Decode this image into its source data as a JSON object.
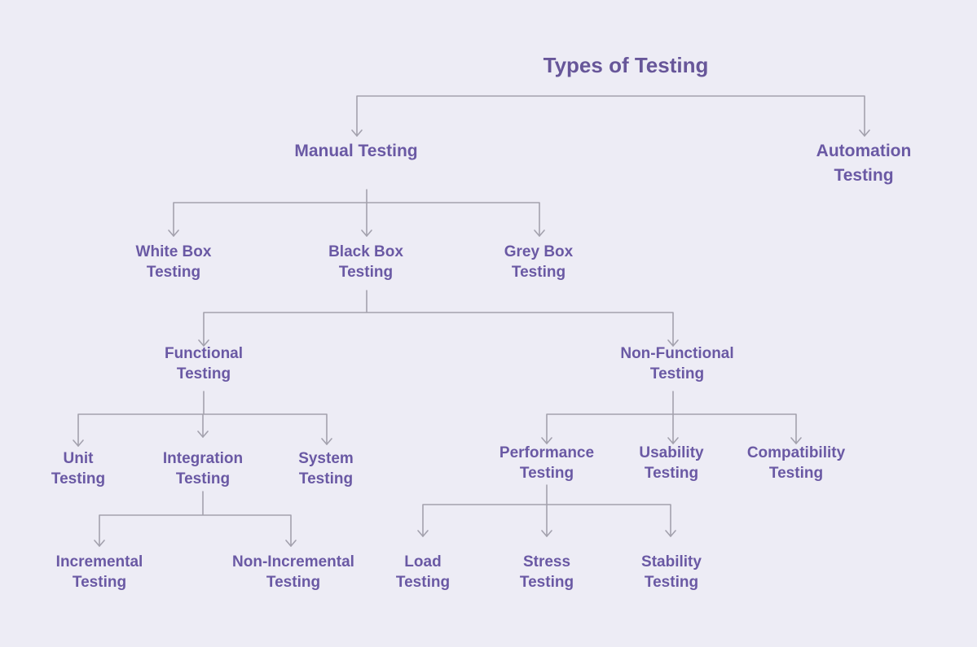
{
  "diagram_title": "Types of Testing",
  "colors": {
    "background": "#EDECF5",
    "connector": "#A3A1AD",
    "node_text": "#6A59A4",
    "title_text": "#675699"
  },
  "tree": {
    "label": "Types of Testing",
    "children": [
      {
        "label": "Manual Testing",
        "children": [
          {
            "label": "White Box Testing"
          },
          {
            "label": "Black Box Testing",
            "children": [
              {
                "label": "Functional Testing",
                "children": [
                  {
                    "label": "Unit Testing"
                  },
                  {
                    "label": "Integration Testing",
                    "children": [
                      {
                        "label": "Incremental Testing"
                      },
                      {
                        "label": "Non-Incremental Testing"
                      }
                    ]
                  },
                  {
                    "label": "System Testing"
                  }
                ]
              },
              {
                "label": "Non-Functional Testing",
                "children": [
                  {
                    "label": "Performance Testing",
                    "children": [
                      {
                        "label": "Load Testing"
                      },
                      {
                        "label": "Stress Testing"
                      },
                      {
                        "label": "Stability Testing"
                      }
                    ]
                  },
                  {
                    "label": "Usability Testing"
                  },
                  {
                    "label": "Compatibility Testing"
                  }
                ]
              }
            ]
          },
          {
            "label": "Grey Box Testing"
          }
        ]
      },
      {
        "label": "Automation Testing"
      }
    ]
  }
}
